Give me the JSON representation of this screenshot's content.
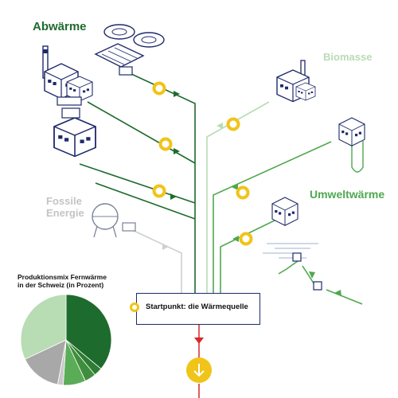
{
  "labels": {
    "abwaerme": "Abwärme",
    "biomasse": "Biomasse",
    "umweltwaerme": "Umweltwärme",
    "fossile_line1": "Fossile",
    "fossile_line2": "Energie",
    "production_line1": "Produktionsmix Fernwärme",
    "production_line2": "in der Schweiz (in Prozent)",
    "start": "Startpunkt: die Wärmequelle"
  },
  "colors": {
    "abwaerme": "#1e6b2e",
    "biomasse": "#b8dcb4",
    "umweltwaerme": "#4fa84f",
    "fossile": "#c4c4c4",
    "building_outline": "#1f2a6b",
    "marker": "#f0c419",
    "output_arrow": "#d62828"
  },
  "icons": {
    "flow_marker": "ring-marker-icon",
    "start_marker": "ring-marker-icon",
    "output": "down-arrow-icon"
  },
  "chart_data": {
    "type": "pie",
    "title": "Produktionsmix Fernwärme in der Schweiz (in Prozent)",
    "slices": [
      {
        "value": 36,
        "color": "#1e6b2e"
      },
      {
        "value": 3,
        "color": "#2e7d32"
      },
      {
        "value": 4,
        "color": "#3f8e3f"
      },
      {
        "value": 8,
        "color": "#5aad56"
      },
      {
        "value": 2,
        "color": "#c9c9c9"
      },
      {
        "value": 15,
        "color": "#a8a8a8"
      },
      {
        "value": 32,
        "color": "#b8dcb4"
      }
    ]
  }
}
